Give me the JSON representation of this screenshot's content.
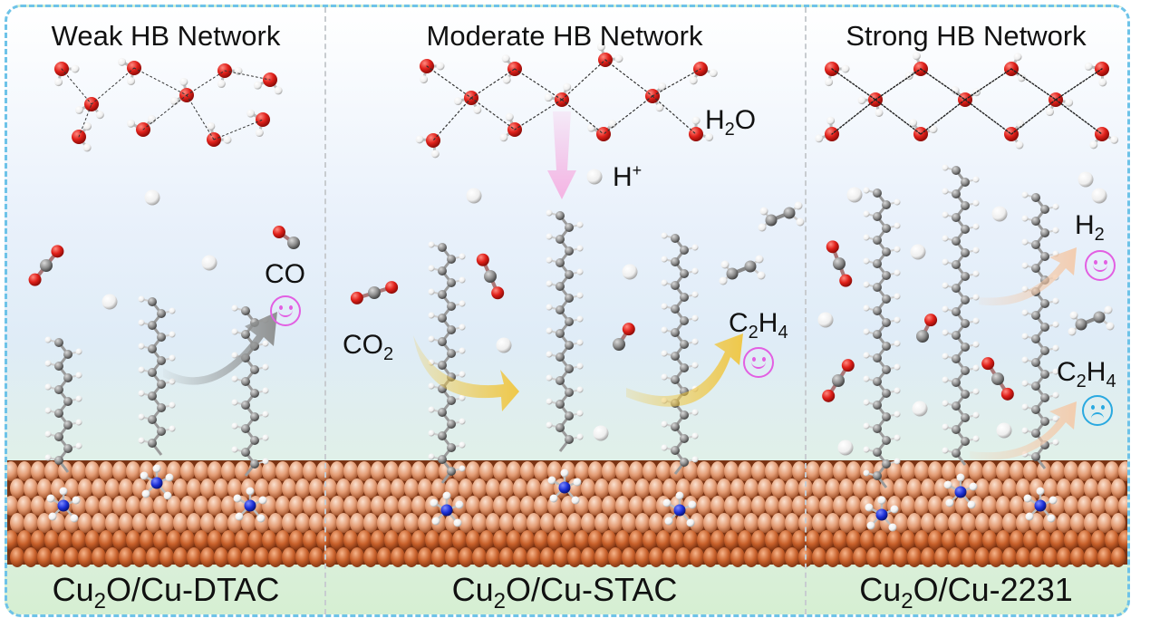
{
  "panels": [
    {
      "title": "Weak HB Network",
      "name_pre": "Cu",
      "name_sub": "2",
      "name_post": "O/Cu-DTAC"
    },
    {
      "title": "Moderate HB Network",
      "name_pre": "Cu",
      "name_sub": "2",
      "name_post": "O/Cu-STAC"
    },
    {
      "title": "Strong HB Network",
      "name_pre": "Cu",
      "name_sub": "2",
      "name_post": "O/Cu-2231"
    }
  ],
  "labels": {
    "co": "CO",
    "co2_main": "CO",
    "co2_sub": "2",
    "h2o_main": "H",
    "h2o_sub": "2",
    "h2o_post": "O",
    "hplus_main": "H",
    "hplus_sup": "+",
    "c2h4_c": "C",
    "c2h4_sub1": "2",
    "c2h4_h": "H",
    "c2h4_sub2": "4",
    "h2_main": "H",
    "h2_sub": "2"
  },
  "colors": {
    "oxygen": "#e0201a",
    "hydrogen": "#f2f2f2",
    "carbon": "#8a8a8a",
    "nitrogen": "#1c2fd6",
    "copper": "#d9825a",
    "frame": "#6ec3e8",
    "happy": "#e25fe2",
    "sad": "#2aa9e0",
    "arrow_gray": "#8f9191",
    "arrow_yellow": "#f0c640",
    "arrow_pink": "#f5b3e3",
    "arrow_peach": "#f4c9a8"
  },
  "faces": {
    "happy": "smile-icon",
    "sad": "frown-icon"
  }
}
